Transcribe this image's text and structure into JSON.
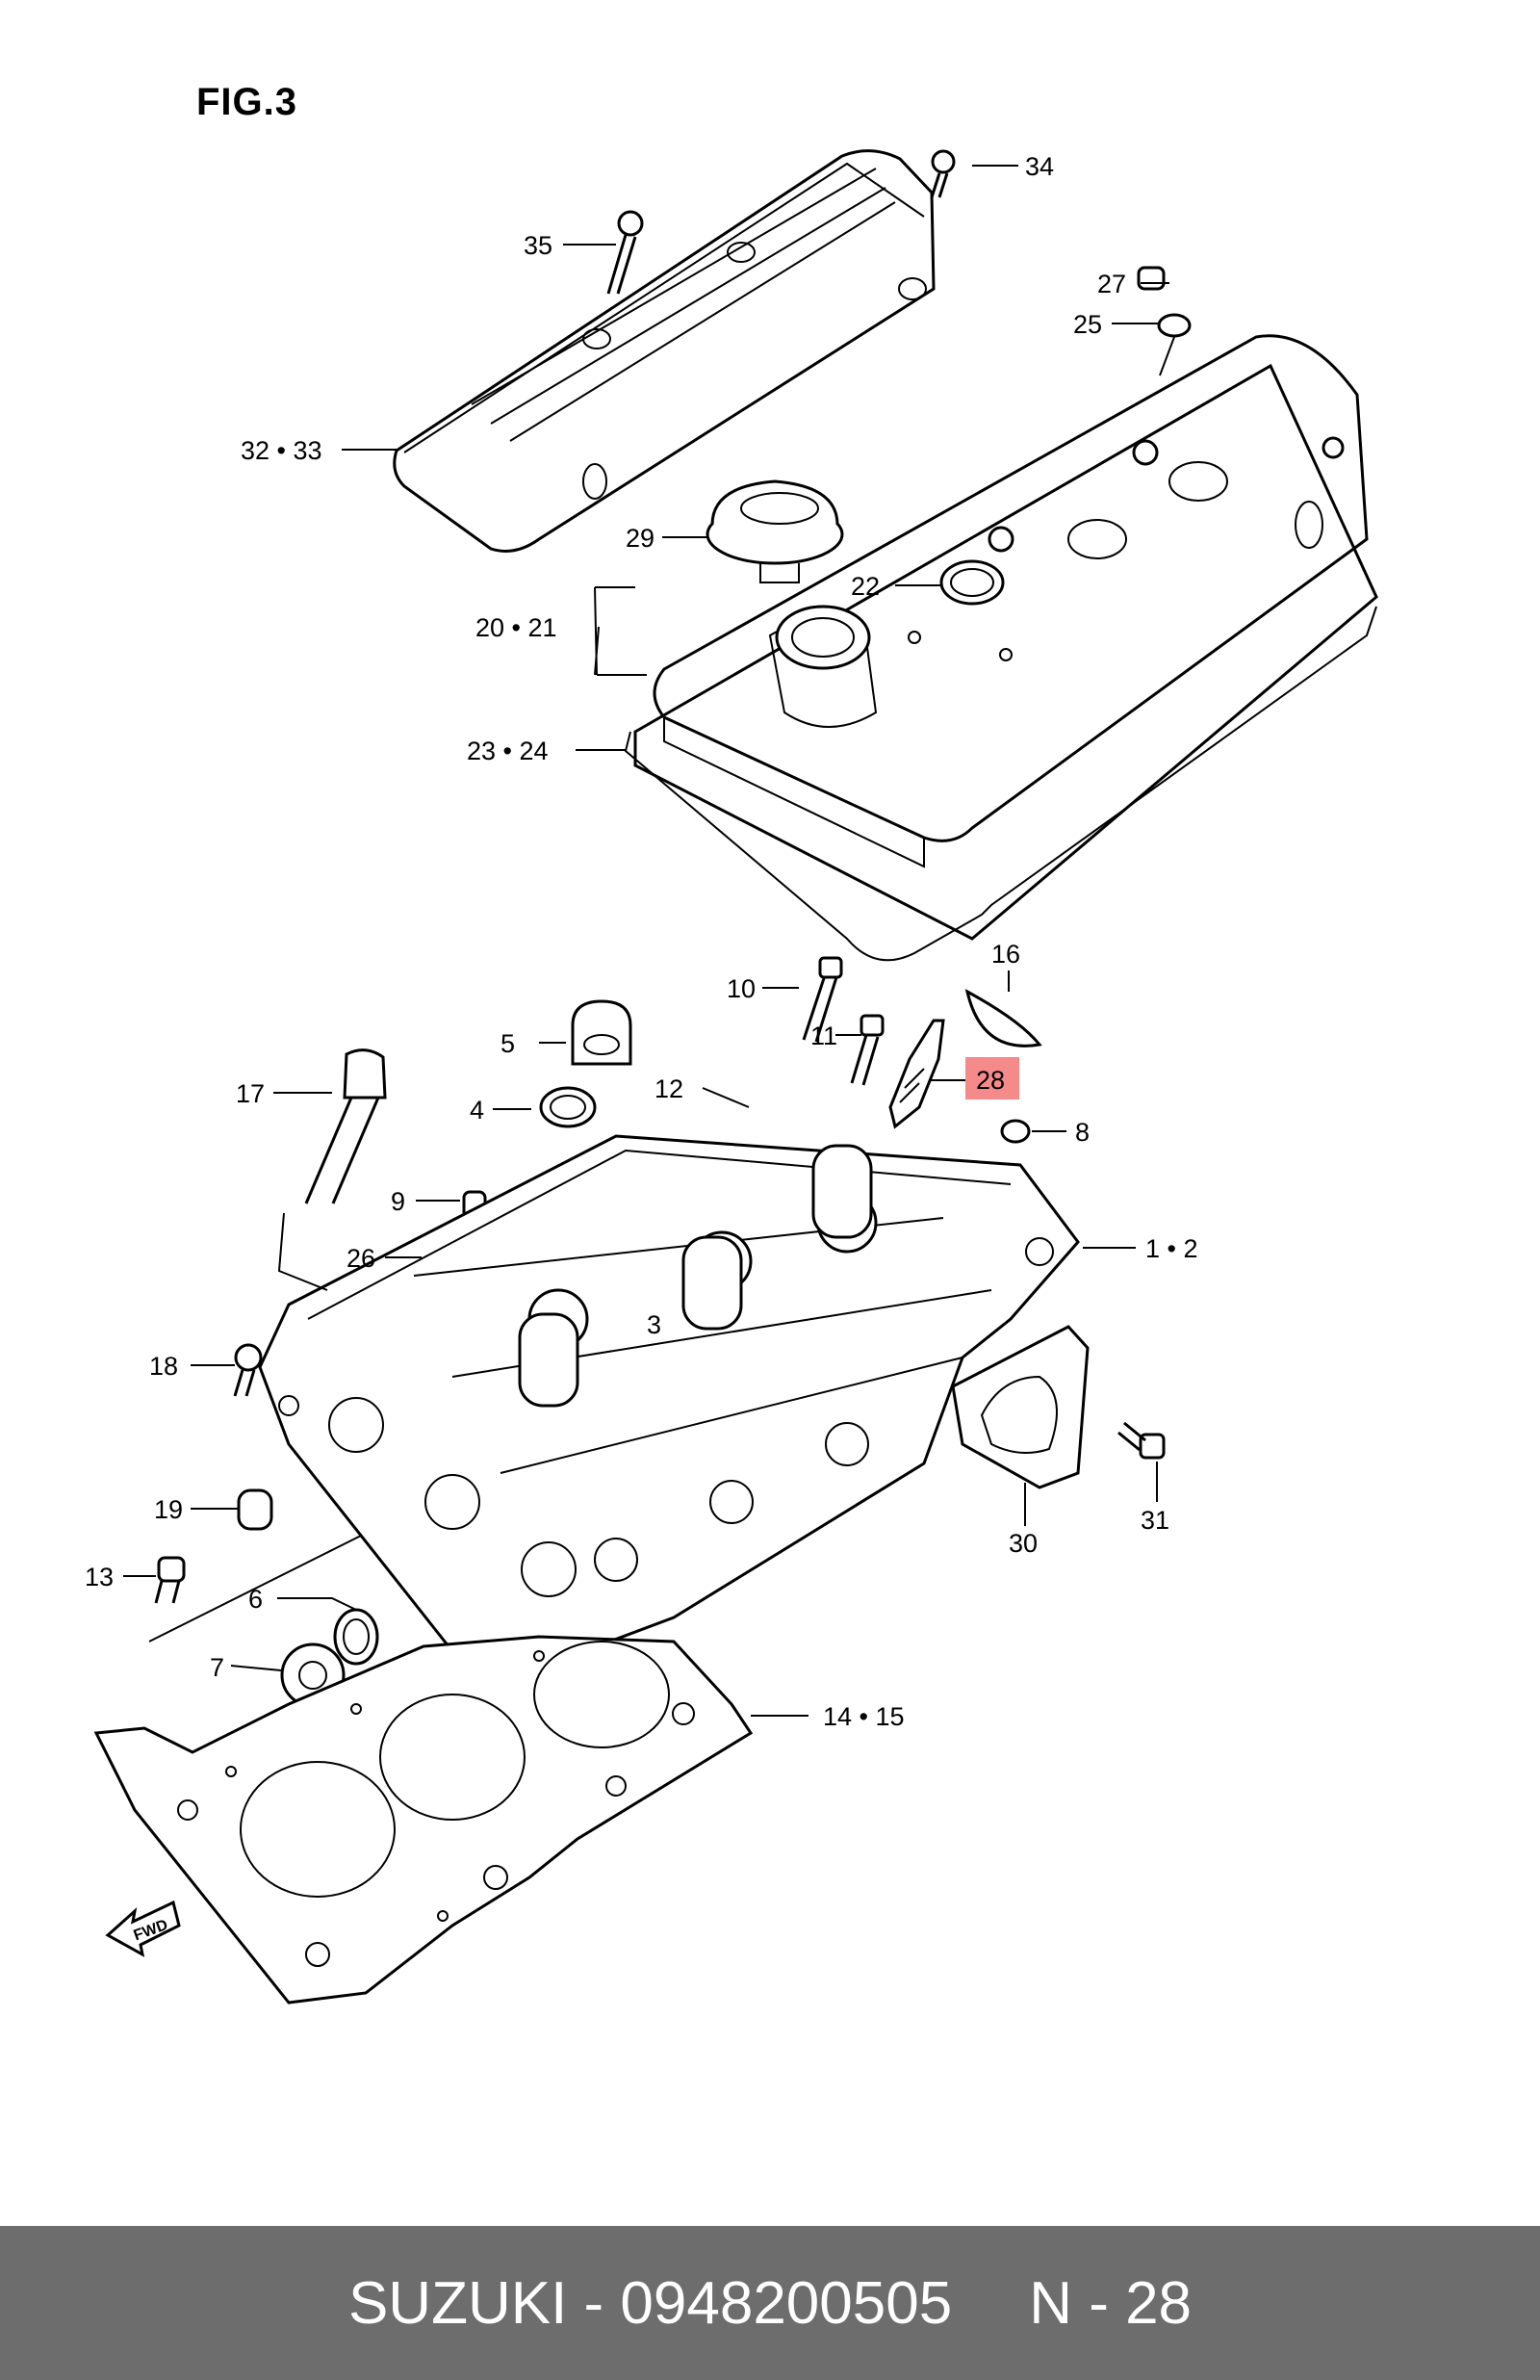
{
  "figure": {
    "title": "FIG.3",
    "fwd_label": "FWD",
    "highlight_color": "#f58a8a",
    "callouts": [
      {
        "id": "c35",
        "label": "35"
      },
      {
        "id": "c34",
        "label": "34"
      },
      {
        "id": "c27",
        "label": "27"
      },
      {
        "id": "c25",
        "label": "25"
      },
      {
        "id": "c3233",
        "label": "32 • 33"
      },
      {
        "id": "c29",
        "label": "29"
      },
      {
        "id": "c22",
        "label": "22"
      },
      {
        "id": "c2021",
        "label": "20 • 21"
      },
      {
        "id": "c2324",
        "label": "23 • 24"
      },
      {
        "id": "c10",
        "label": "10"
      },
      {
        "id": "c16",
        "label": "16"
      },
      {
        "id": "c5",
        "label": "5"
      },
      {
        "id": "c11",
        "label": "11"
      },
      {
        "id": "c17",
        "label": "17"
      },
      {
        "id": "c12",
        "label": "12"
      },
      {
        "id": "c28",
        "label": "28"
      },
      {
        "id": "c4",
        "label": "4"
      },
      {
        "id": "c8",
        "label": "8"
      },
      {
        "id": "c9",
        "label": "9"
      },
      {
        "id": "c12b",
        "label": "1 • 2"
      },
      {
        "id": "c26",
        "label": "26"
      },
      {
        "id": "c3",
        "label": "3"
      },
      {
        "id": "c18",
        "label": "18"
      },
      {
        "id": "c19",
        "label": "19"
      },
      {
        "id": "c31",
        "label": "31"
      },
      {
        "id": "c30",
        "label": "30"
      },
      {
        "id": "c13",
        "label": "13"
      },
      {
        "id": "c6",
        "label": "6"
      },
      {
        "id": "c7",
        "label": "7"
      },
      {
        "id": "c1415",
        "label": "14 • 15"
      }
    ]
  },
  "footer": {
    "brand_part": "SUZUKI - 0948200505",
    "ref": "N - 28"
  }
}
